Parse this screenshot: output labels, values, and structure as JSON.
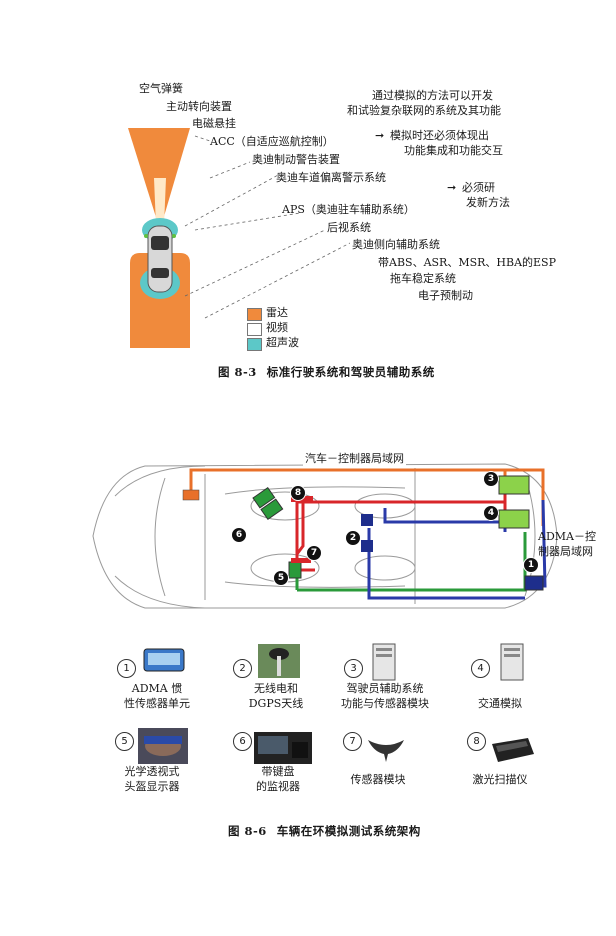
{
  "fig1": {
    "labels_left": [
      "空气弹簧",
      "主动转向装置",
      "电磁悬挂",
      "ACC（自适应巡航控制）",
      "奥迪制动警告装置",
      "奥迪车道偏离警示系统",
      "APS（奥迪驻车辅助系统）",
      "后视系统",
      "奥迪侧向辅助系统"
    ],
    "notes_right": {
      "line1": "通过模拟的方法可以开发",
      "line2": "和试验复杂联网的系统及其功能",
      "arrow1_a": "模拟时还必须体现出",
      "arrow1_b": "功能集成和功能交互",
      "arrow2_a": "必须研",
      "arrow2_b": "发新方法",
      "sys1": "带ABS、ASR、MSR、HBA的ESP",
      "sys2": "拖车稳定系统",
      "sys3": "电子预制动"
    },
    "legend": [
      {
        "label": "雷达",
        "color": "#f08a3c"
      },
      {
        "label": "视频",
        "color": "#ffffff"
      },
      {
        "label": "超声波",
        "color": "#5cc8c8"
      }
    ],
    "caption_num": "图 8-3",
    "caption_text": "标准行驶系统和驾驶员辅助系统"
  },
  "fig2": {
    "can_top": "汽车－控制器局域网",
    "can_right_a": "ADMA－控",
    "can_right_b": "制器局域网",
    "badges": [
      "1",
      "2",
      "3",
      "4",
      "5",
      "6",
      "7",
      "8"
    ],
    "components": [
      {
        "num": "1",
        "line1": "ADMA 惯",
        "line2": "性传感器单元"
      },
      {
        "num": "2",
        "line1": "无线电和",
        "line2": "DGPS天线"
      },
      {
        "num": "3",
        "line1": "驾驶员辅助系统",
        "line2": "功能与传感器模块"
      },
      {
        "num": "4",
        "line1": "交通模拟",
        "line2": ""
      },
      {
        "num": "5",
        "line1": "光学透视式",
        "line2": "头盔显示器"
      },
      {
        "num": "6",
        "line1": "带键盘",
        "line2": "的监视器"
      },
      {
        "num": "7",
        "line1": "传感器模块",
        "line2": ""
      },
      {
        "num": "8",
        "line1": "激光扫描仪",
        "line2": ""
      }
    ],
    "colors": {
      "orange": "#e8702a",
      "red": "#d8262a",
      "green": "#2a9a3a",
      "blue": "#2a3aa8",
      "module": "#8cd24a",
      "navy": "#1e2e8c"
    },
    "caption_num": "图 8-6",
    "caption_text": "车辆在环模拟测试系统架构"
  }
}
